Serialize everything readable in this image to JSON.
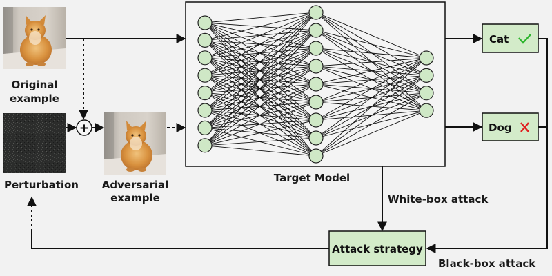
{
  "images": {
    "original": {
      "label_line1": "Original",
      "label_line2": "example"
    },
    "perturbation": {
      "label": "Perturbation"
    },
    "adversarial": {
      "label_line1": "Adversarial",
      "label_line2": "example"
    }
  },
  "operator": {
    "symbol": "+"
  },
  "model": {
    "label": "Target Model",
    "layers": [
      8,
      9,
      4
    ]
  },
  "outputs": [
    {
      "label": "Cat",
      "mark": "✓",
      "mark_color": "#2db52d",
      "status": "correct"
    },
    {
      "label": "Dog",
      "mark": "✕",
      "mark_color": "#e02020",
      "status": "incorrect"
    }
  ],
  "attack": {
    "box_label": "Attack strategy",
    "white_box_label": "White-box attack",
    "black_box_label": "Black-box attack"
  },
  "colors": {
    "background": "#f2f2f2",
    "node_fill": "#cfe8c6",
    "box_fill": "#d3ebc9",
    "stroke": "#111111"
  }
}
